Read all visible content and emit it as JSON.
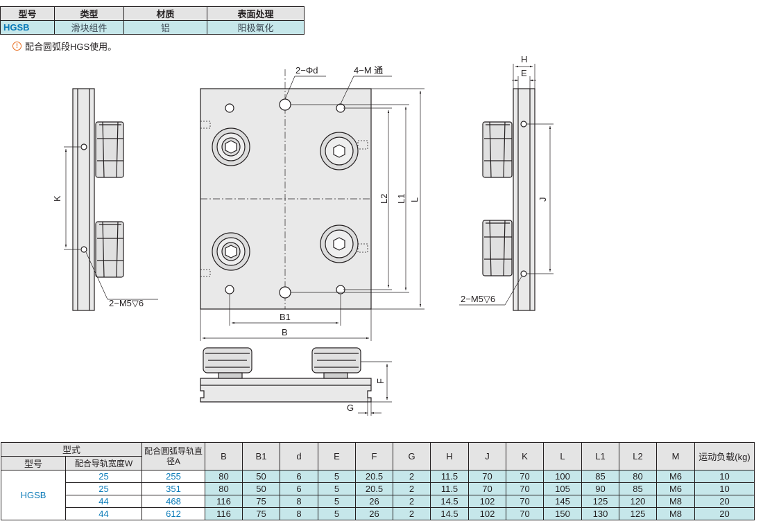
{
  "spec_table": {
    "headers": [
      "型号",
      "类型",
      "材质",
      "表面处理"
    ],
    "row": [
      "HGSB",
      "滑块组件",
      "铝",
      "阳极氧化"
    ]
  },
  "note": "配合圆弧段HGS使用。",
  "drawing_labels": {
    "hole_d": "2−Φd",
    "hole_m": "4−M 通",
    "H": "H",
    "E": "E",
    "K": "K",
    "J": "J",
    "L": "L",
    "L1": "L1",
    "L2": "L2",
    "B": "B",
    "B1": "B1",
    "F": "F",
    "G": "G",
    "m5_left": "2−M5▽6",
    "m5_right": "2−M5▽6"
  },
  "data_table": {
    "group_header": "型式",
    "sub_headers": [
      "型号",
      "配合导轨宽度W"
    ],
    "arc_header": "配合圆弧导轨直径A",
    "columns": [
      "B",
      "B1",
      "d",
      "E",
      "F",
      "G",
      "H",
      "J",
      "K",
      "L",
      "L1",
      "L2",
      "M",
      "运动负载(kg)"
    ],
    "model": "HGSB",
    "rows": [
      {
        "w": "25",
        "a": "255",
        "vals": [
          "80",
          "50",
          "6",
          "5",
          "20.5",
          "2",
          "11.5",
          "70",
          "70",
          "100",
          "85",
          "80",
          "M6",
          "10"
        ]
      },
      {
        "w": "25",
        "a": "351",
        "vals": [
          "80",
          "50",
          "6",
          "5",
          "20.5",
          "2",
          "11.5",
          "70",
          "70",
          "105",
          "90",
          "85",
          "M6",
          "10"
        ]
      },
      {
        "w": "44",
        "a": "468",
        "vals": [
          "116",
          "75",
          "8",
          "5",
          "26",
          "2",
          "14.5",
          "102",
          "70",
          "145",
          "125",
          "120",
          "M8",
          "20"
        ]
      },
      {
        "w": "44",
        "a": "612",
        "vals": [
          "116",
          "75",
          "8",
          "5",
          "26",
          "2",
          "14.5",
          "102",
          "70",
          "150",
          "130",
          "125",
          "M8",
          "20"
        ]
      }
    ]
  }
}
